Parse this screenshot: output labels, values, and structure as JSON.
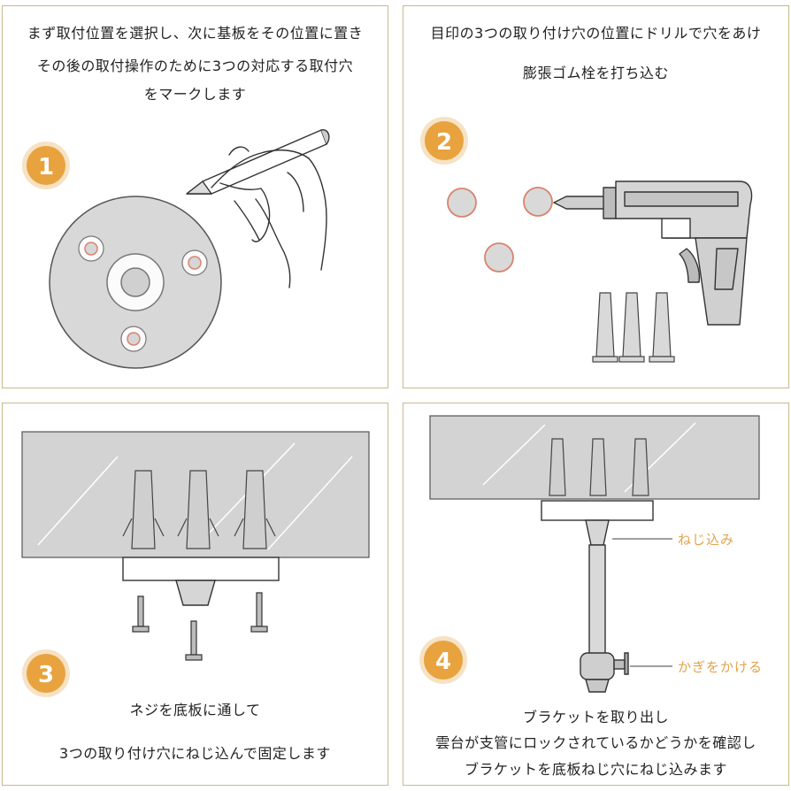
{
  "steps": [
    {
      "number": "1",
      "lines": [
        "まず取付位置を選択し、次に基板をその位置に置き",
        "その後の取付操作のために3つの対応する取付穴",
        "をマークします"
      ]
    },
    {
      "number": "2",
      "lines": [
        "目印の3つの取り付け穴の位置にドリルで穴をあけ",
        "膨張ゴム栓を打ち込む"
      ]
    },
    {
      "number": "3",
      "lines": [
        "ネジを底板に通して",
        "3つの取り付け穴にねじ込んで固定します"
      ]
    },
    {
      "number": "4",
      "lines": [
        "ブラケットを取り出し",
        "雲台が支管にロックされているかどうかを確認し",
        "ブラケットを底板ねじ穴にねじ込みます"
      ],
      "callouts": [
        "ねじ込み",
        "かぎをかける"
      ]
    }
  ],
  "colors": {
    "badge": "#e8a23e",
    "accent_text": "#e2a34c",
    "marker_fill": "#d9d9d9",
    "marker_ring": "#d9836d",
    "wall": "#d3d3d3",
    "frame": "#c9b98a"
  }
}
